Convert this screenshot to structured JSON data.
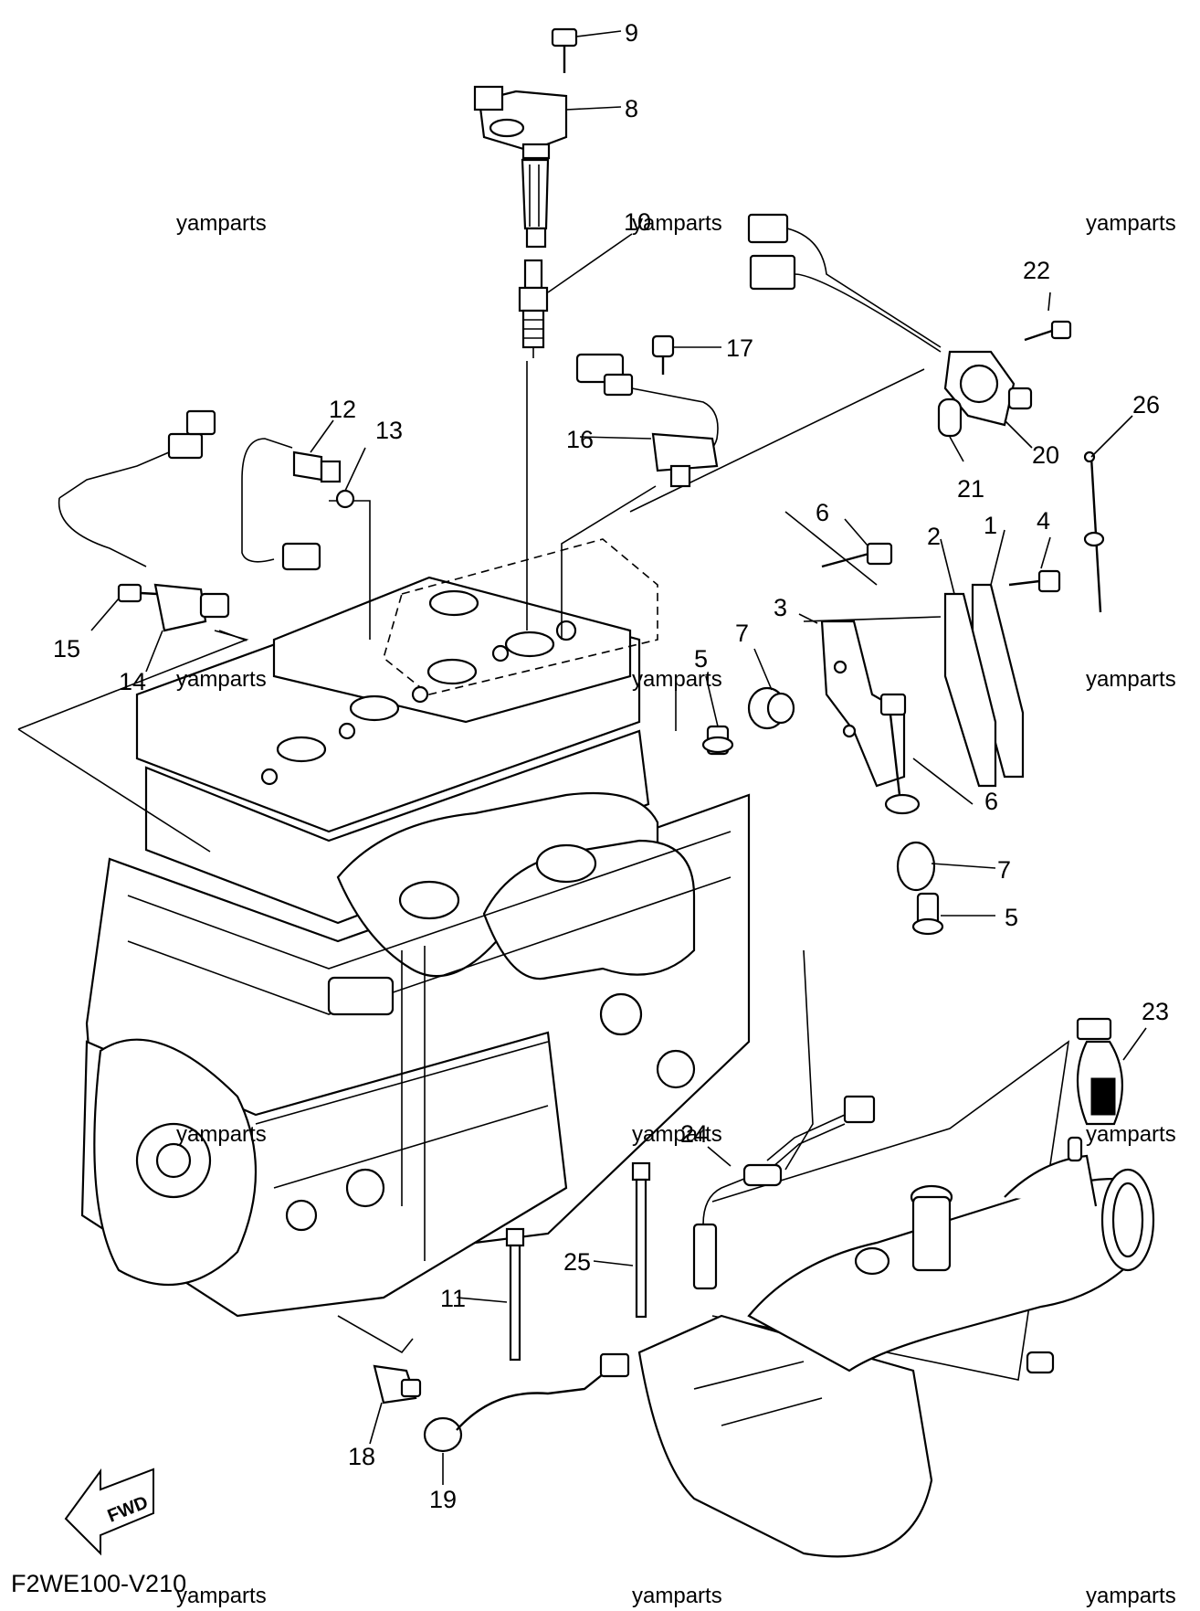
{
  "diagram_code": "F2WE100-V210",
  "watermark": "yamparts",
  "fwd_label": "FWD",
  "callouts": {
    "p1": "1",
    "p2": "2",
    "p3": "3",
    "p4": "4",
    "p5a": "5",
    "p5b": "5",
    "p6a": "6",
    "p6b": "6",
    "p7a": "7",
    "p7b": "7",
    "p8": "8",
    "p9": "9",
    "p10": "10",
    "p11": "11",
    "p12": "12",
    "p13": "13",
    "p14": "14",
    "p15": "15",
    "p16": "16",
    "p17": "17",
    "p18": "18",
    "p19": "19",
    "p20": "20",
    "p21": "21",
    "p22": "22",
    "p23": "23",
    "p24": "24",
    "p25": "25",
    "p26": "26"
  }
}
